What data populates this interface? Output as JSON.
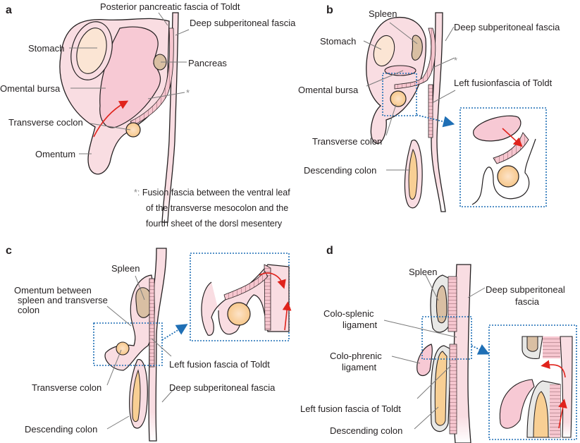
{
  "figure": {
    "colors": {
      "outline": "#231f20",
      "peritoneum_pink": "#f9dde2",
      "bursa_pink": "#f7c9d4",
      "colon_yellow": "#f8cf94",
      "organ_tan": "#d9bfa3",
      "fascia_hatch": "#e8a9b4",
      "arrow_red": "#e0231c",
      "inset_blue": "#1f6fb5",
      "leader_gray": "#7a7a7a"
    },
    "panels": [
      {
        "letter": "a",
        "labels": {
          "posterior_pancreatic_fascia": "Posterior pancreatic fascia of Toldt",
          "deep_subperitoneal_fascia": "Deep subperitoneal fascia",
          "stomach": "Stomach",
          "pancreas": "Pancreas",
          "omental_bursa": "Omental bursa",
          "asterisk": "*",
          "transverse_colon": "Transverse coclon",
          "omentum": "Omentum"
        },
        "note": {
          "symbol": "*:",
          "lines": [
            "Fusion fascia between the ventral leaf",
            "of the transverse mesocolon and the",
            "fourth sheet of the dorsl mesentery"
          ]
        }
      },
      {
        "letter": "b",
        "labels": {
          "spleen": "Spleen",
          "deep_subperitoneal_fascia": "Deep subperitoneal fascia",
          "stomach": "Stomach",
          "asterisk": "*",
          "omental_bursa": "Omental bursa",
          "left_fusion_fascia": "Left fusionfascia of Toldt",
          "transverse_colon": "Transverse colon",
          "descending_colon": "Descending colon"
        }
      },
      {
        "letter": "c",
        "labels": {
          "spleen": "Spleen",
          "omentum_line1": "Omentum between",
          "omentum_line2": "spleen and transverse",
          "omentum_line3": "colon",
          "left_fusion_fascia": "Left fusion fascia of Toldt",
          "transverse_colon": "Transverse colon",
          "deep_subperitoneal_fascia": "Deep subperitoneal fascia",
          "descending_colon": "Descending colon"
        }
      },
      {
        "letter": "d",
        "labels": {
          "spleen": "Spleen",
          "deep_subperitoneal_line1": "Deep subperitoneal",
          "deep_subperitoneal_line2": "fascia",
          "colo_splenic_line1": "Colo-splenic",
          "colo_splenic_line2": "ligament",
          "colo_phrenic_line1": "Colo-phrenic",
          "colo_phrenic_line2": "ligament",
          "left_fusion_fascia": "Left fusion fascia of Toldt",
          "descending_colon": "Descending colon"
        }
      }
    ]
  }
}
